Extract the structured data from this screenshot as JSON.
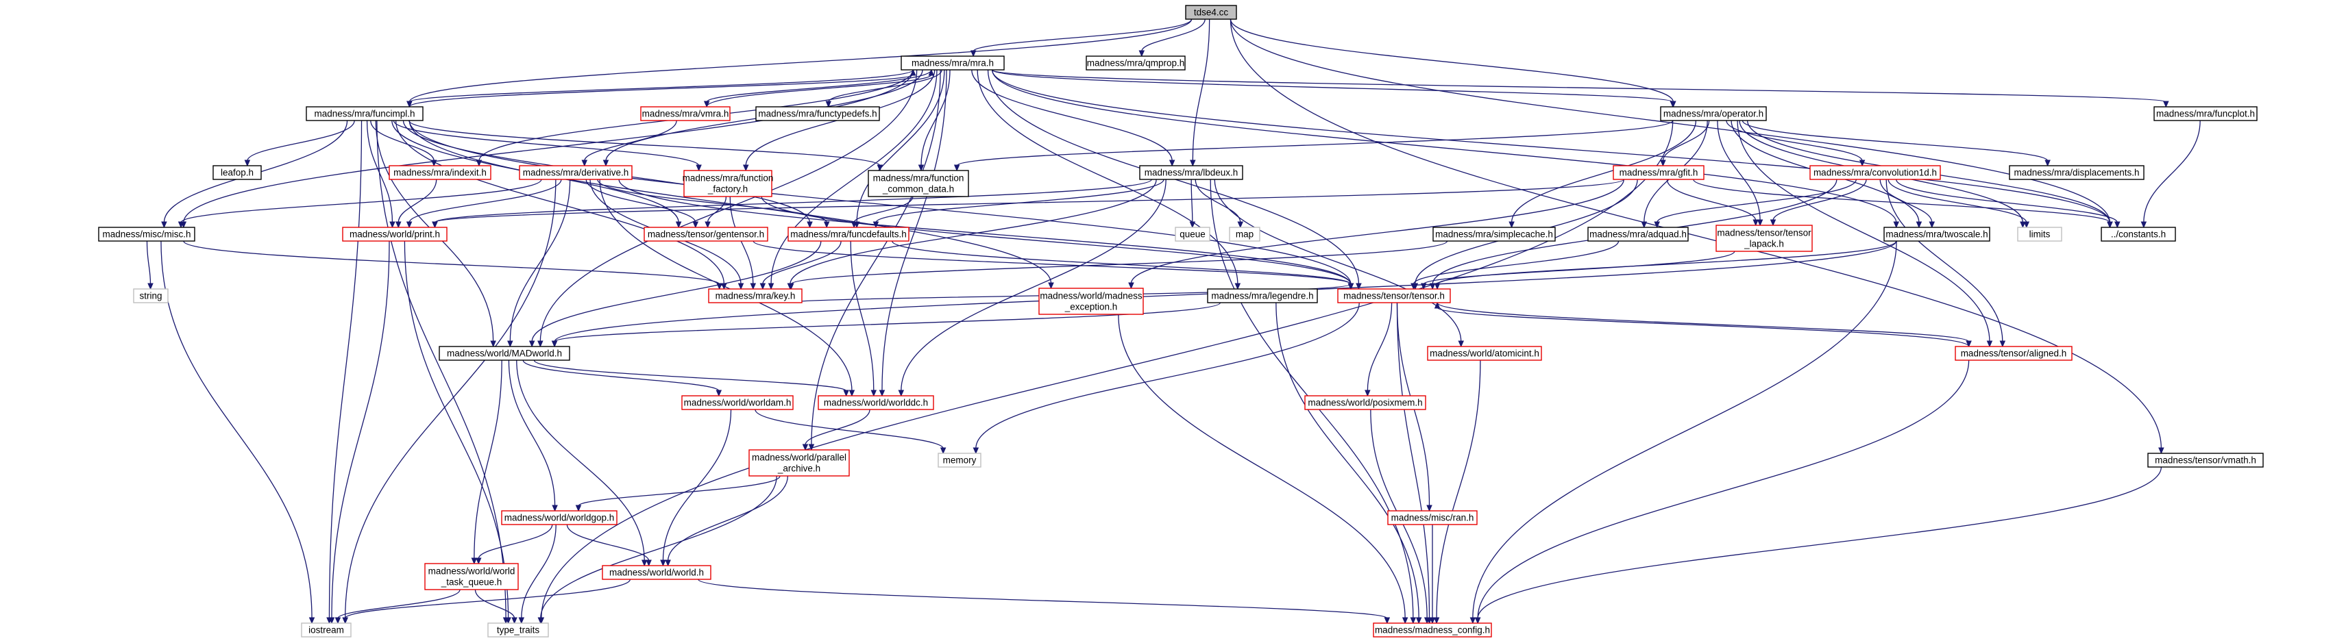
{
  "graph": {
    "edge_color": "#191970",
    "node_border_colors": {
      "documented": "#000000",
      "undocumented": "#e60000",
      "external": "#bfbfbf",
      "root_fill": "#bfbfbf"
    },
    "nodes": [
      {
        "id": "tdse4",
        "lines": [
          "tdse4.cc"
        ],
        "kind": "root"
      },
      {
        "id": "mra",
        "lines": [
          "madness/mra/mra.h"
        ],
        "kind": "black"
      },
      {
        "id": "qmprop",
        "lines": [
          "madness/mra/qmprop.h"
        ],
        "kind": "black"
      },
      {
        "id": "operator",
        "lines": [
          "madness/mra/operator.h"
        ],
        "kind": "black"
      },
      {
        "id": "funcplot",
        "lines": [
          "madness/mra/funcplot.h"
        ],
        "kind": "black"
      },
      {
        "id": "funcimpl",
        "lines": [
          "madness/mra/funcimpl.h"
        ],
        "kind": "black"
      },
      {
        "id": "vmra",
        "lines": [
          "madness/mra/vmra.h"
        ],
        "kind": "red"
      },
      {
        "id": "functypedefs",
        "lines": [
          "madness/mra/functypedefs.h"
        ],
        "kind": "black"
      },
      {
        "id": "lbdeux",
        "lines": [
          "madness/mra/lbdeux.h"
        ],
        "kind": "black"
      },
      {
        "id": "gfit",
        "lines": [
          "madness/mra/gfit.h"
        ],
        "kind": "red"
      },
      {
        "id": "convolution1d",
        "lines": [
          "madness/mra/convolution1d.h"
        ],
        "kind": "red"
      },
      {
        "id": "displacements",
        "lines": [
          "madness/mra/displacements.h"
        ],
        "kind": "black"
      },
      {
        "id": "leafop",
        "lines": [
          "leafop.h"
        ],
        "kind": "black"
      },
      {
        "id": "indexit",
        "lines": [
          "madness/mra/indexit.h"
        ],
        "kind": "red"
      },
      {
        "id": "derivative",
        "lines": [
          "madness/mra/derivative.h"
        ],
        "kind": "red"
      },
      {
        "id": "function_factory",
        "lines": [
          "madness/mra/function",
          "_factory.h"
        ],
        "kind": "red"
      },
      {
        "id": "function_common_data",
        "lines": [
          "madness/mra/function",
          "_common_data.h"
        ],
        "kind": "black"
      },
      {
        "id": "queue",
        "lines": [
          "queue"
        ],
        "kind": "gray"
      },
      {
        "id": "map",
        "lines": [
          "map"
        ],
        "kind": "gray"
      },
      {
        "id": "simplecache",
        "lines": [
          "madness/mra/simplecache.h"
        ],
        "kind": "black"
      },
      {
        "id": "adquad",
        "lines": [
          "madness/mra/adquad.h"
        ],
        "kind": "black"
      },
      {
        "id": "tensor_lapack",
        "lines": [
          "madness/tensor/tensor",
          "_lapack.h"
        ],
        "kind": "red"
      },
      {
        "id": "twoscale",
        "lines": [
          "madness/mra/twoscale.h"
        ],
        "kind": "black"
      },
      {
        "id": "limits",
        "lines": [
          "limits"
        ],
        "kind": "gray"
      },
      {
        "id": "constants",
        "lines": [
          "../constants.h"
        ],
        "kind": "black"
      },
      {
        "id": "misc",
        "lines": [
          "madness/misc/misc.h"
        ],
        "kind": "black"
      },
      {
        "id": "print",
        "lines": [
          "madness/world/print.h"
        ],
        "kind": "red"
      },
      {
        "id": "gentensor",
        "lines": [
          "madness/tensor/gentensor.h"
        ],
        "kind": "red"
      },
      {
        "id": "funcdefaults",
        "lines": [
          "madness/mra/funcdefaults.h"
        ],
        "kind": "red"
      },
      {
        "id": "string",
        "lines": [
          "string"
        ],
        "kind": "gray"
      },
      {
        "id": "key",
        "lines": [
          "madness/mra/key.h"
        ],
        "kind": "red"
      },
      {
        "id": "madness_exception",
        "lines": [
          "madness/world/madness",
          "_exception.h"
        ],
        "kind": "red"
      },
      {
        "id": "legendre",
        "lines": [
          "madness/mra/legendre.h"
        ],
        "kind": "black"
      },
      {
        "id": "tensor",
        "lines": [
          "madness/tensor/tensor.h"
        ],
        "kind": "red"
      },
      {
        "id": "MADworld",
        "lines": [
          "madness/world/MADworld.h"
        ],
        "kind": "black"
      },
      {
        "id": "atomicint",
        "lines": [
          "madness/world/atomicint.h"
        ],
        "kind": "red"
      },
      {
        "id": "aligned",
        "lines": [
          "madness/tensor/aligned.h"
        ],
        "kind": "red"
      },
      {
        "id": "worldam",
        "lines": [
          "madness/world/worldam.h"
        ],
        "kind": "red"
      },
      {
        "id": "worlddc",
        "lines": [
          "madness/world/worlddc.h"
        ],
        "kind": "red"
      },
      {
        "id": "posixmem",
        "lines": [
          "madness/world/posixmem.h"
        ],
        "kind": "red"
      },
      {
        "id": "memory",
        "lines": [
          "memory"
        ],
        "kind": "gray"
      },
      {
        "id": "parallel_archive",
        "lines": [
          "madness/world/parallel",
          "_archive.h"
        ],
        "kind": "red"
      },
      {
        "id": "vmath",
        "lines": [
          "madness/tensor/vmath.h"
        ],
        "kind": "black"
      },
      {
        "id": "worldgop",
        "lines": [
          "madness/world/worldgop.h"
        ],
        "kind": "red"
      },
      {
        "id": "ran",
        "lines": [
          "madness/misc/ran.h"
        ],
        "kind": "red"
      },
      {
        "id": "world_task_queue",
        "lines": [
          "madness/world/world",
          "_task_queue.h"
        ],
        "kind": "red"
      },
      {
        "id": "world",
        "lines": [
          "madness/world/world.h"
        ],
        "kind": "red"
      },
      {
        "id": "iostream",
        "lines": [
          "iostream"
        ],
        "kind": "gray"
      },
      {
        "id": "type_traits",
        "lines": [
          "type_traits"
        ],
        "kind": "gray"
      },
      {
        "id": "madness_config",
        "lines": [
          "madness/madness_config.h"
        ],
        "kind": "red"
      }
    ],
    "edges": [
      [
        "tdse4",
        "mra"
      ],
      [
        "tdse4",
        "qmprop"
      ],
      [
        "tdse4",
        "operator"
      ],
      [
        "tdse4",
        "lbdeux"
      ],
      [
        "tdse4",
        "funcimpl"
      ],
      [
        "tdse4",
        "constants"
      ],
      [
        "tdse4",
        "vmath"
      ],
      [
        "mra",
        "funcimpl"
      ],
      [
        "mra",
        "vmra"
      ],
      [
        "mra",
        "functypedefs"
      ],
      [
        "mra",
        "operator"
      ],
      [
        "mra",
        "funcplot"
      ],
      [
        "mra",
        "lbdeux"
      ],
      [
        "mra",
        "derivative"
      ],
      [
        "mra",
        "function_factory"
      ],
      [
        "mra",
        "function_common_data"
      ],
      [
        "mra",
        "funcdefaults"
      ],
      [
        "mra",
        "key"
      ],
      [
        "mra",
        "indexit"
      ],
      [
        "mra",
        "misc"
      ],
      [
        "mra",
        "MADworld"
      ],
      [
        "mra",
        "legendre"
      ],
      [
        "mra",
        "tensor"
      ],
      [
        "mra",
        "worlddc"
      ],
      [
        "mra",
        "parallel_archive"
      ],
      [
        "mra",
        "constants"
      ],
      [
        "mra",
        "twoscale"
      ],
      [
        "vmra",
        "mra"
      ],
      [
        "vmra",
        "derivative"
      ],
      [
        "operator",
        "function_common_data"
      ],
      [
        "operator",
        "displacements"
      ],
      [
        "operator",
        "gfit"
      ],
      [
        "operator",
        "convolution1d"
      ],
      [
        "operator",
        "simplecache"
      ],
      [
        "operator",
        "adquad"
      ],
      [
        "operator",
        "tensor_lapack"
      ],
      [
        "operator",
        "twoscale"
      ],
      [
        "operator",
        "limits"
      ],
      [
        "operator",
        "constants"
      ],
      [
        "operator",
        "aligned"
      ],
      [
        "operator",
        "type_traits"
      ],
      [
        "funcplot",
        "constants"
      ],
      [
        "funcimpl",
        "mra"
      ],
      [
        "funcimpl",
        "leafop"
      ],
      [
        "funcimpl",
        "indexit"
      ],
      [
        "funcimpl",
        "function_factory"
      ],
      [
        "funcimpl",
        "function_common_data"
      ],
      [
        "funcimpl",
        "funcdefaults"
      ],
      [
        "funcimpl",
        "print"
      ],
      [
        "funcimpl",
        "gentensor"
      ],
      [
        "funcimpl",
        "misc"
      ],
      [
        "funcimpl",
        "key"
      ],
      [
        "funcimpl",
        "MADworld"
      ],
      [
        "funcimpl",
        "iostream"
      ],
      [
        "funcimpl",
        "type_traits"
      ],
      [
        "funcimpl",
        "tensor"
      ],
      [
        "funcimpl",
        "madness_exception"
      ],
      [
        "lbdeux",
        "funcdefaults"
      ],
      [
        "lbdeux",
        "key"
      ],
      [
        "lbdeux",
        "worlddc"
      ],
      [
        "lbdeux",
        "queue"
      ],
      [
        "lbdeux",
        "map"
      ],
      [
        "lbdeux",
        "atomicint"
      ],
      [
        "lbdeux",
        "madness_config"
      ],
      [
        "lbdeux",
        "print"
      ],
      [
        "gfit",
        "print"
      ],
      [
        "gfit",
        "tensor_lapack"
      ],
      [
        "gfit",
        "tensor"
      ],
      [
        "gfit",
        "constants"
      ],
      [
        "gfit",
        "madness_exception"
      ],
      [
        "convolution1d",
        "adquad"
      ],
      [
        "convolution1d",
        "twoscale"
      ],
      [
        "convolution1d",
        "tensor_lapack"
      ],
      [
        "convolution1d",
        "tensor"
      ],
      [
        "convolution1d",
        "aligned"
      ],
      [
        "convolution1d",
        "limits"
      ],
      [
        "convolution1d",
        "constants"
      ],
      [
        "indexit",
        "print"
      ],
      [
        "derivative",
        "misc"
      ],
      [
        "derivative",
        "print"
      ],
      [
        "derivative",
        "gentensor"
      ],
      [
        "derivative",
        "funcdefaults"
      ],
      [
        "derivative",
        "key"
      ],
      [
        "derivative",
        "MADworld"
      ],
      [
        "derivative",
        "worlddc"
      ],
      [
        "derivative",
        "tensor"
      ],
      [
        "derivative",
        "iostream"
      ],
      [
        "function_factory",
        "gentensor"
      ],
      [
        "function_factory",
        "key"
      ],
      [
        "function_factory",
        "tensor"
      ],
      [
        "function_common_data",
        "funcdefaults"
      ],
      [
        "simplecache",
        "key"
      ],
      [
        "adquad",
        "tensor"
      ],
      [
        "tensor_lapack",
        "tensor"
      ],
      [
        "twoscale",
        "tensor"
      ],
      [
        "twoscale",
        "MADworld"
      ],
      [
        "twoscale",
        "madness_config"
      ],
      [
        "misc",
        "string"
      ],
      [
        "misc",
        "iostream"
      ],
      [
        "misc",
        "key"
      ],
      [
        "print",
        "iostream"
      ],
      [
        "print",
        "type_traits"
      ],
      [
        "gentensor",
        "tensor"
      ],
      [
        "funcdefaults",
        "key"
      ],
      [
        "funcdefaults",
        "MADworld"
      ],
      [
        "funcdefaults",
        "worlddc"
      ],
      [
        "funcdefaults",
        "tensor"
      ],
      [
        "key",
        "tensor"
      ],
      [
        "madness_exception",
        "madness_config"
      ],
      [
        "legendre",
        "MADworld"
      ],
      [
        "legendre",
        "madness_config"
      ],
      [
        "tensor",
        "aligned"
      ],
      [
        "tensor",
        "posixmem"
      ],
      [
        "tensor",
        "ran"
      ],
      [
        "tensor",
        "madness_config"
      ],
      [
        "tensor",
        "memory"
      ],
      [
        "aligned",
        "tensor"
      ],
      [
        "aligned",
        "madness_config"
      ],
      [
        "MADworld",
        "worlddc"
      ],
      [
        "MADworld",
        "worldam"
      ],
      [
        "MADworld",
        "worldgop"
      ],
      [
        "MADworld",
        "world"
      ],
      [
        "MADworld",
        "world_task_queue"
      ],
      [
        "atomicint",
        "madness_config"
      ],
      [
        "worldam",
        "memory"
      ],
      [
        "worldam",
        "world"
      ],
      [
        "worlddc",
        "parallel_archive"
      ],
      [
        "posixmem",
        "madness_config"
      ],
      [
        "parallel_archive",
        "worldgop"
      ],
      [
        "parallel_archive",
        "world"
      ],
      [
        "parallel_archive",
        "type_traits"
      ],
      [
        "vmath",
        "madness_config"
      ],
      [
        "worldgop",
        "world_task_queue"
      ],
      [
        "worldgop",
        "world"
      ],
      [
        "worldgop",
        "type_traits"
      ],
      [
        "ran",
        "madness_config"
      ],
      [
        "world_task_queue",
        "iostream"
      ],
      [
        "world_task_queue",
        "type_traits"
      ],
      [
        "world",
        "iostream"
      ],
      [
        "world",
        "madness_config"
      ]
    ]
  }
}
